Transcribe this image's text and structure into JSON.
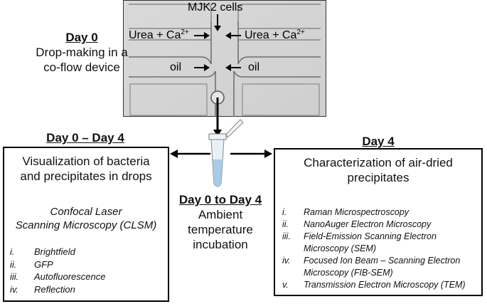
{
  "micrograph": {
    "cells_label": "MJK2 cells",
    "urea_left": "Urea + Ca",
    "urea_right": "Urea + Ca",
    "ca_superscript": "2+",
    "oil_left": "oil",
    "oil_right": "oil"
  },
  "day0": {
    "title": "Day 0",
    "line1": "Drop-making in a",
    "line2": "co-flow device"
  },
  "left_panel": {
    "title": "Day 0 – Day 4",
    "heading_line1": "Visualization of bacteria",
    "heading_line2": "and precipitates in drops",
    "method_line1": "Confocal Laser",
    "method_line2": "Scanning Microscopy (CLSM)",
    "items": [
      {
        "num": "i.",
        "text": "Brightfield"
      },
      {
        "num": "ii.",
        "text": "GFP"
      },
      {
        "num": "iii.",
        "text": "Autofluorescence"
      },
      {
        "num": "iv.",
        "text": "Reflection"
      }
    ]
  },
  "center": {
    "title": "Day 0 to Day 4",
    "line1": "Ambient",
    "line2": "temperature",
    "line3": "incubation"
  },
  "right_panel": {
    "title": "Day 4",
    "heading_line1": "Characterization of air-dried",
    "heading_line2": "precipitates",
    "items": [
      {
        "num": "i.",
        "text": "Raman Microspectroscopy"
      },
      {
        "num": "ii.",
        "text": "NanoAuger Electron Microscopy"
      },
      {
        "num": "iii.",
        "text": "Field-Emission Scanning Electron Microscopy (SEM)"
      },
      {
        "num": "iv.",
        "text": "Focused Ion Beam – Scanning Electron Microscopy (FIB-SEM)"
      },
      {
        "num": "v.",
        "text": "Transmission Electron Microscopy (TEM)"
      }
    ]
  }
}
